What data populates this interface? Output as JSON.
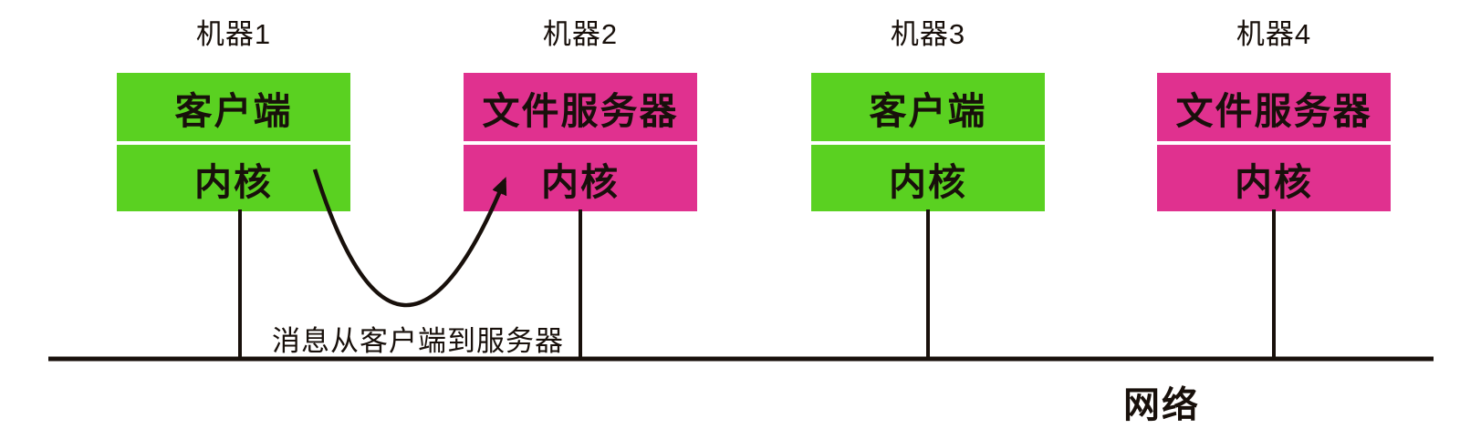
{
  "diagram": {
    "title_hint": "client-server network diagram",
    "machines": [
      {
        "name_label": "机器1",
        "top_box_label": "客户端",
        "bottom_box_label": "内核",
        "box_color": "#5AD121"
      },
      {
        "name_label": "机器2",
        "top_box_label": "文件服务器",
        "bottom_box_label": "内核",
        "box_color": "#E0318F"
      },
      {
        "name_label": "机器3",
        "top_box_label": "客户端",
        "bottom_box_label": "内核",
        "box_color": "#5AD121"
      },
      {
        "name_label": "机器4",
        "top_box_label": "文件服务器",
        "bottom_box_label": "内核",
        "box_color": "#E0318F"
      }
    ],
    "message_arrow": {
      "label": "消息从客户端到服务器"
    },
    "network": {
      "label": "网络"
    },
    "colors": {
      "client_green": "#5AD121",
      "server_pink": "#E0318F",
      "line_black": "#18100B"
    }
  }
}
